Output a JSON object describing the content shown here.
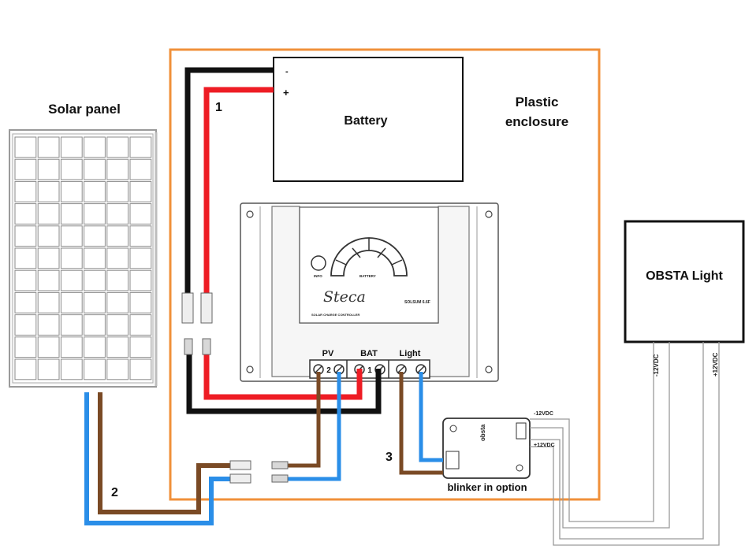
{
  "labels": {
    "solar_panel": "Solar panel",
    "battery": "Battery",
    "battery_minus": "-",
    "battery_plus": "+",
    "enclosure_line1": "Plastic",
    "enclosure_line2": "enclosure",
    "obsta_light": "OBSTA Light",
    "blinker": "blinker in option",
    "wire_1": "1",
    "wire_2": "2",
    "wire_3": "3",
    "minus_12vdc": "-12VDC",
    "plus_12vdc": "+12VDC",
    "blinker_minus": "-12VDC",
    "blinker_plus": "+12VDC"
  },
  "controller": {
    "brand": "Steca",
    "pv": "PV",
    "bat": "BAT",
    "light": "Light",
    "pv_num": "2",
    "bat_num": "1",
    "model": "SOLSUM 6.6F",
    "display": "BATTERY",
    "info": "INFO",
    "subtitle": "SOLAR CHARGE CONTROLLER"
  },
  "blinker_module": {
    "brand": "obsta"
  },
  "colors": {
    "enclosure": "#f0903a",
    "wire_black": "#111111",
    "wire_red": "#ee1c24",
    "wire_brown": "#7a4a25",
    "wire_blue": "#2a8ee8",
    "cable_grey": "#9a9a9a"
  }
}
